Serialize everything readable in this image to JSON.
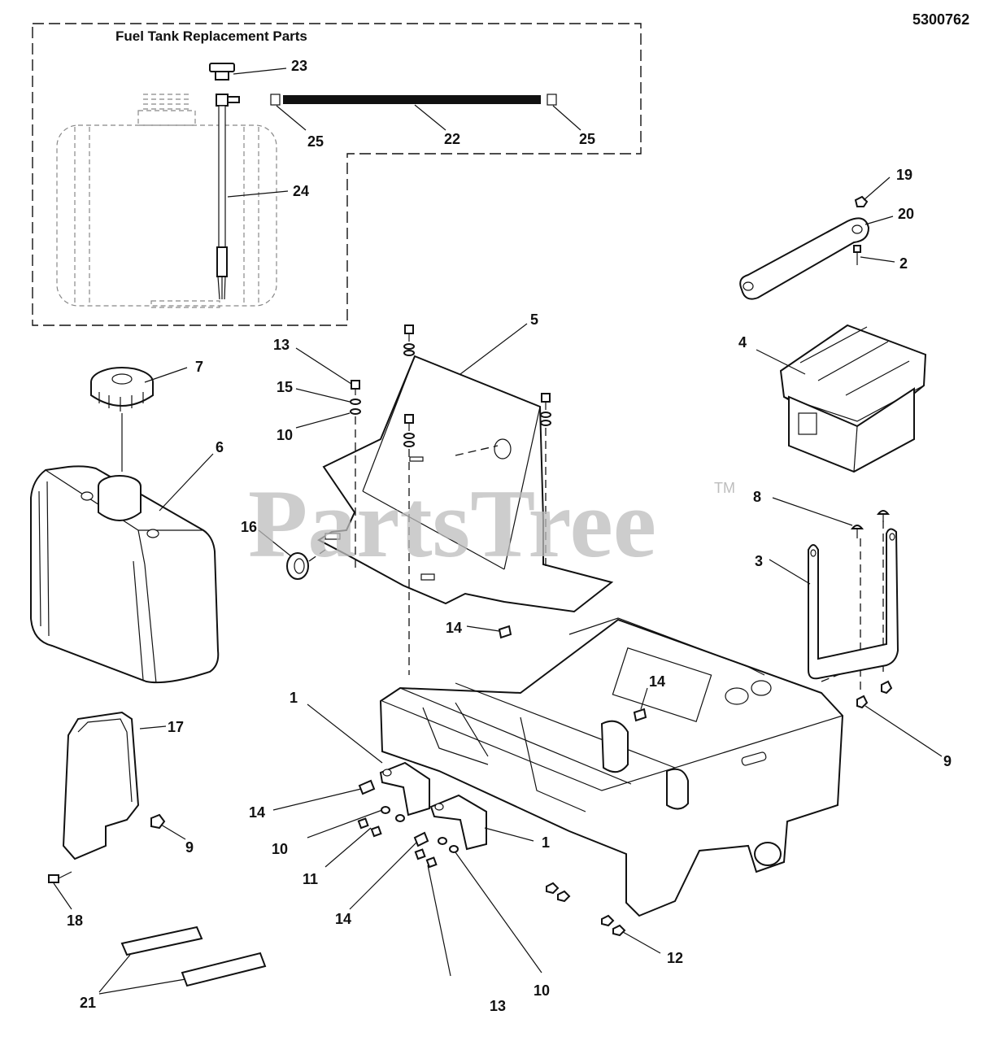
{
  "diagram_number": "5300762",
  "inset_title": "Fuel Tank Replacement Parts",
  "watermark": "PartsTree",
  "watermark_tm": "TM",
  "callouts": {
    "c1a": "1",
    "c1b": "1",
    "c2": "2",
    "c3": "3",
    "c4": "4",
    "c5": "5",
    "c6": "6",
    "c7": "7",
    "c8": "8",
    "c9a": "9",
    "c9b": "9",
    "c10a": "10",
    "c10b": "10",
    "c10c": "10",
    "c11": "11",
    "c12": "12",
    "c13a": "13",
    "c13b": "13",
    "c14a": "14",
    "c14b": "14",
    "c14c": "14",
    "c14d": "14",
    "c15": "15",
    "c16": "16",
    "c17": "17",
    "c18": "18",
    "c19": "19",
    "c20": "20",
    "c21": "21",
    "c22": "22",
    "c23": "23",
    "c24": "24",
    "c25a": "25",
    "c25b": "25"
  }
}
